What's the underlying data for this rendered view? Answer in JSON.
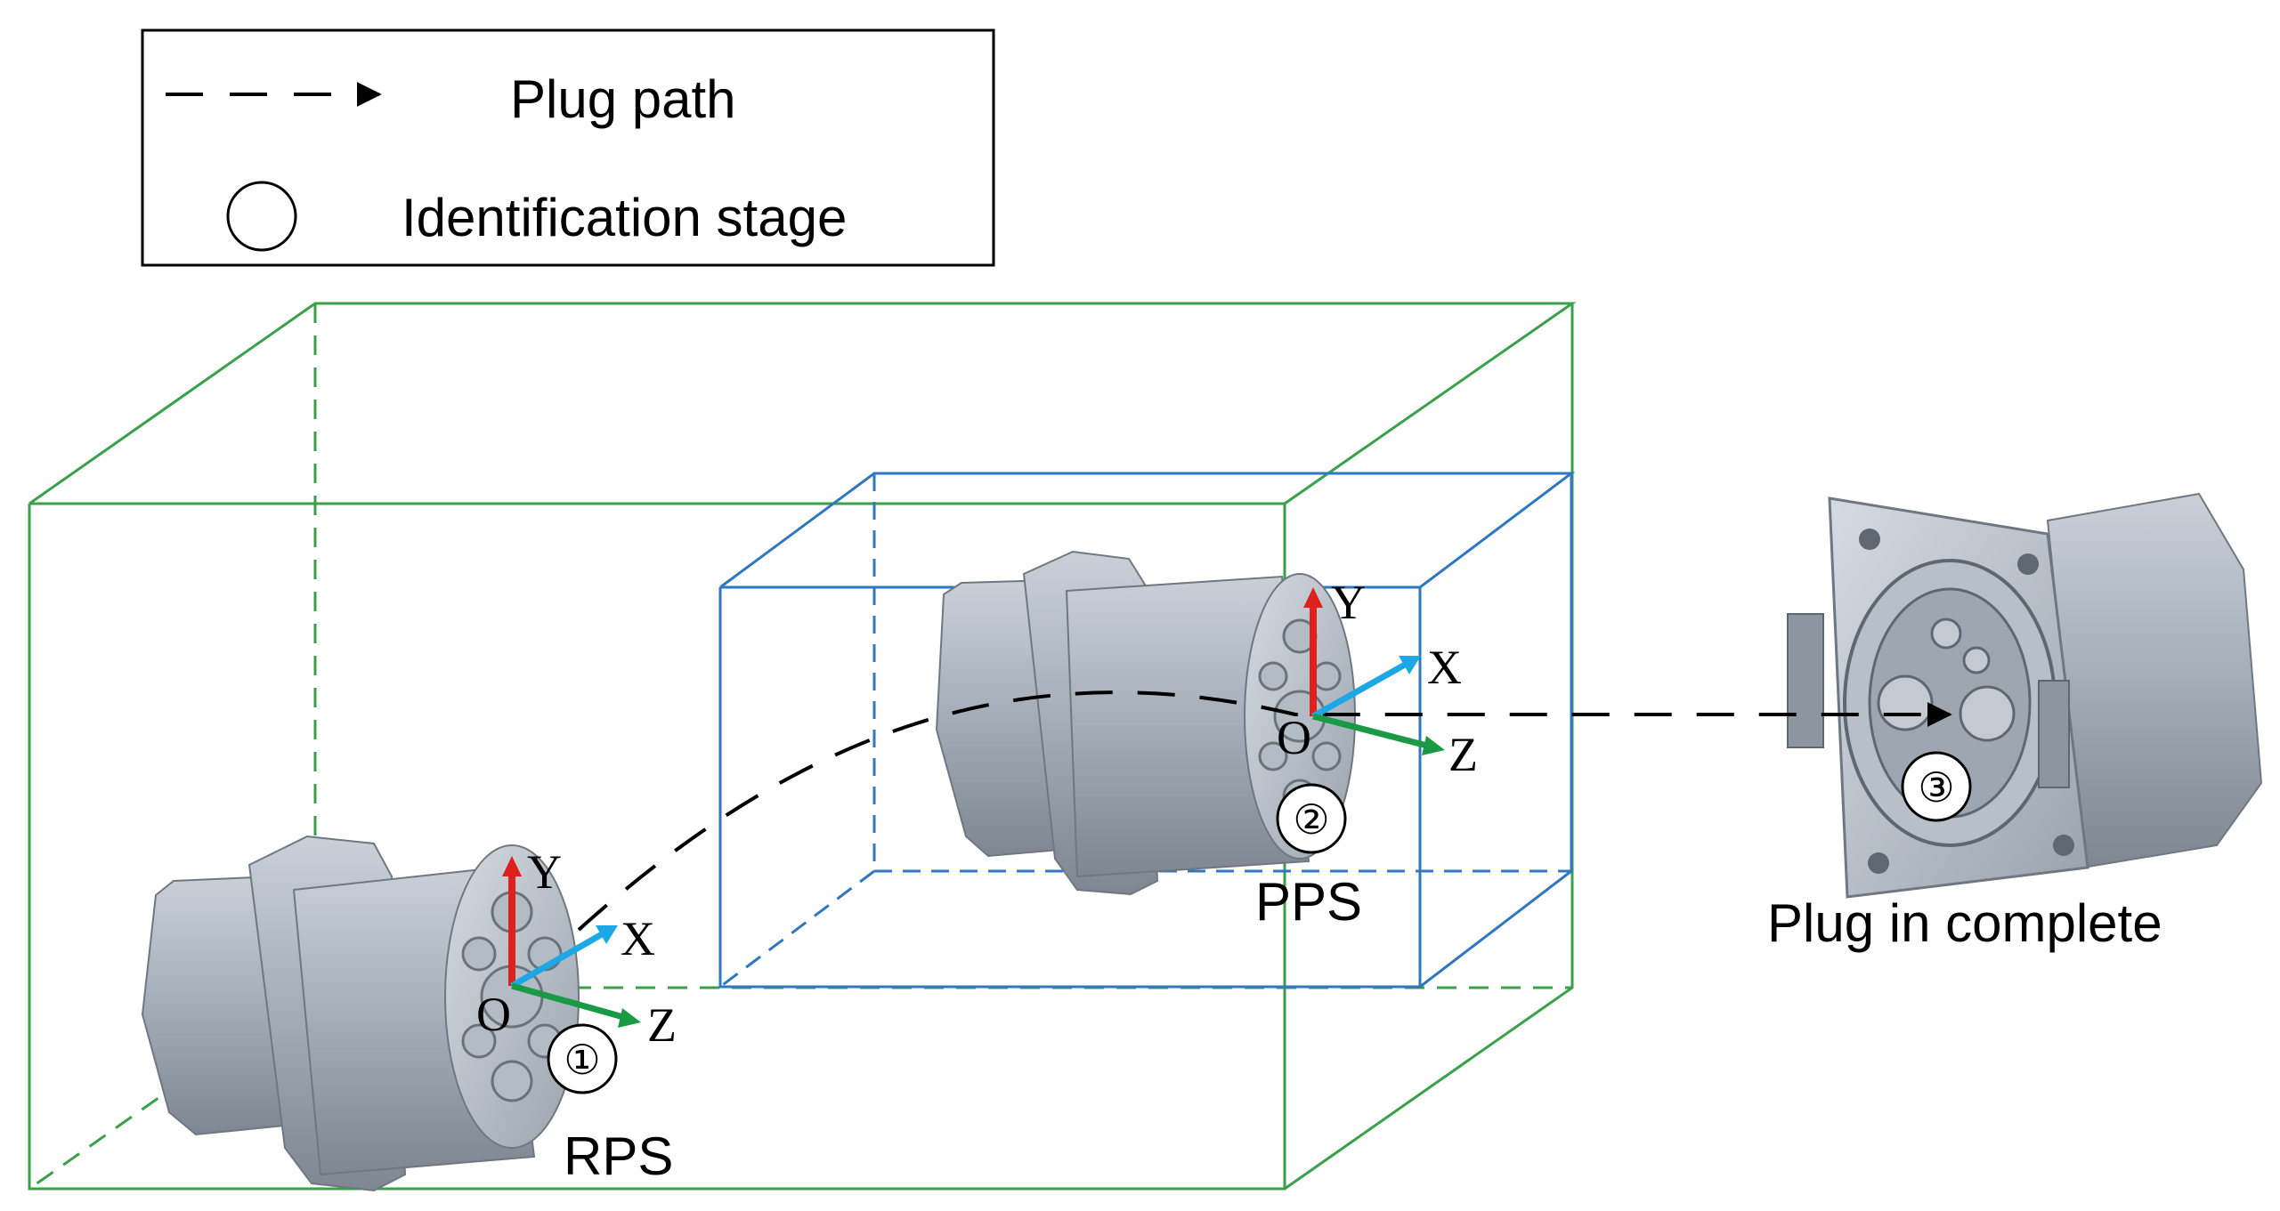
{
  "legend": {
    "path_label": "Plug path",
    "stage_label": "Identification stage"
  },
  "stages": [
    {
      "number": "①",
      "name": "RPS"
    },
    {
      "number": "②",
      "name": "PPS"
    },
    {
      "number": "③",
      "name": "Plug in complete"
    }
  ],
  "axes": {
    "origin": "O",
    "x": "X",
    "y": "Y",
    "z": "Z"
  },
  "colors": {
    "outer_box": "#3aa14a",
    "inner_box": "#2f77bf",
    "axis_x": "#1ca8e4",
    "axis_y": "#e0201c",
    "axis_z": "#1b9a46",
    "plug_body": "#a9b2bd",
    "plug_shadow": "#7d8690",
    "plug_face": "#c7ced6",
    "path": "#000000"
  }
}
